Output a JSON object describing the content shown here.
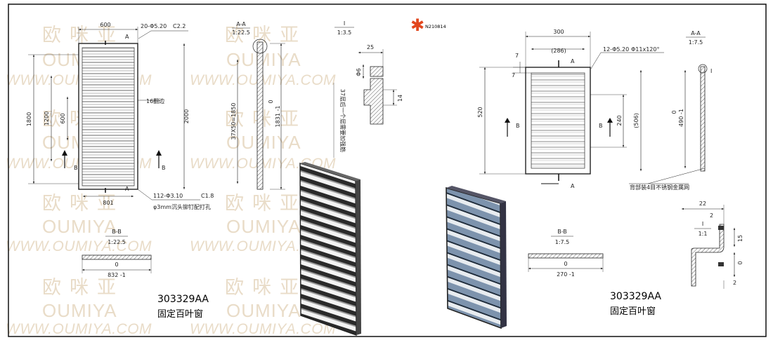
{
  "watermark": {
    "cn": "欧咪亚",
    "en": "OUMIYA",
    "url": "WWW.OUMIYA.COM"
  },
  "logo": {
    "code": "N210814",
    "color": "#e2471e"
  },
  "left_drawing": {
    "part_number": "303329AA",
    "part_name": "固定百叶窗",
    "dims": {
      "width_600": "600",
      "holes_top": "20-Φ5.20",
      "chamfer_top": "C2.2",
      "height_2000": "2000",
      "height_1800": "1800",
      "height_1200": "1200",
      "height_600": "600",
      "width_801": "801",
      "bend_note": "16翻边",
      "holes_bottom": "112-Φ3.10",
      "chamfer_bottom": "C1.8",
      "rivet_note": "φ3mm沉头铆钉配打孔",
      "section_aa": "A-A",
      "scale_aa": "1:22.5",
      "pitch": "37X50=1850",
      "tol_zero": "0",
      "len_1831": "1831 -1",
      "section_bb": "B-B",
      "scale_bb": "1:22.5",
      "len_832": "832 -1",
      "detail_i": "I",
      "scale_i": "1:3.5",
      "d25": "25",
      "d6": "Φ6",
      "d14": "14",
      "fold_note": "37层后一个层需要加强筋",
      "arrow_a": "A",
      "arrow_b": "B"
    }
  },
  "right_drawing": {
    "part_number": "303329AA",
    "part_name": "固定百叶窗",
    "dims": {
      "width_300": "300",
      "width_286": "(286)",
      "holes_top": "12-Φ5.20",
      "holes_spec": "Φ11x120°",
      "d7a": "7",
      "d7b": "7",
      "height_520": "520",
      "height_240": "240",
      "height_506": "(506)",
      "tol_zero": "0",
      "len_490": "490 -1",
      "section_aa": "A-A",
      "scale_aa": "1:7.5",
      "detail_i": "I",
      "mesh_note": "背部装4目不锈钢金属网",
      "section_bb": "B-B",
      "scale_bb": "1:7.5",
      "len_270": "270 -1",
      "d22": "22",
      "d2a": "2",
      "d15": "15",
      "d2b": "2",
      "scale_i": "1:1",
      "arrow_a": "A",
      "arrow_b": "B"
    }
  }
}
